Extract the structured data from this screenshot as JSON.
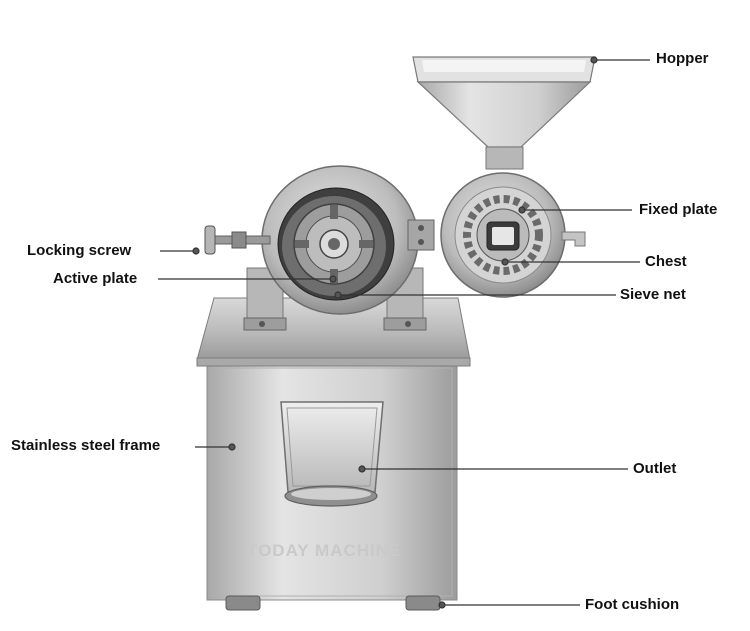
{
  "labels": {
    "hopper": "Hopper",
    "fixed_plate": "Fixed plate",
    "locking_screw": "Locking screw",
    "chest": "Chest",
    "active_plate": "Active plate",
    "sieve_net": "Sieve net",
    "frame": "Stainless steel frame",
    "outlet": "Outlet",
    "foot_cushion": "Foot cushion"
  },
  "watermark": "TODAY MACHINE"
}
